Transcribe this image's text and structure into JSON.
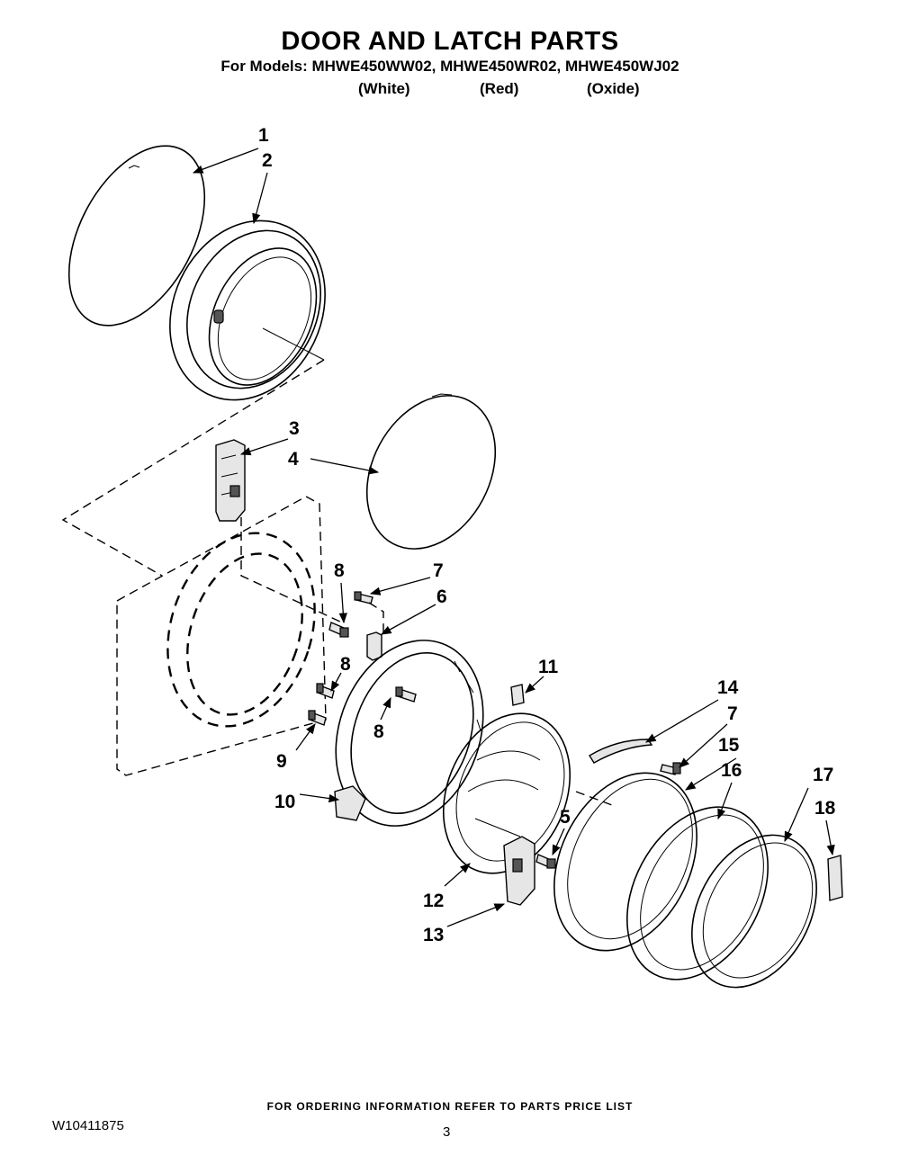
{
  "header": {
    "title": "DOOR AND LATCH PARTS",
    "models_line": "For Models: MHWE450WW02, MHWE450WR02, MHWE450WJ02",
    "variants": [
      "(White)",
      "(Red)",
      "(Oxide)"
    ]
  },
  "callouts": [
    "1",
    "2",
    "3",
    "4",
    "8",
    "7",
    "6",
    "8",
    "11",
    "14",
    "7",
    "15",
    "16",
    "8",
    "9",
    "10",
    "17",
    "18",
    "5",
    "12",
    "13"
  ],
  "footer": {
    "note": "FOR ORDERING INFORMATION REFER TO PARTS PRICE LIST",
    "doc_number": "W10411875",
    "page_number": "3"
  }
}
